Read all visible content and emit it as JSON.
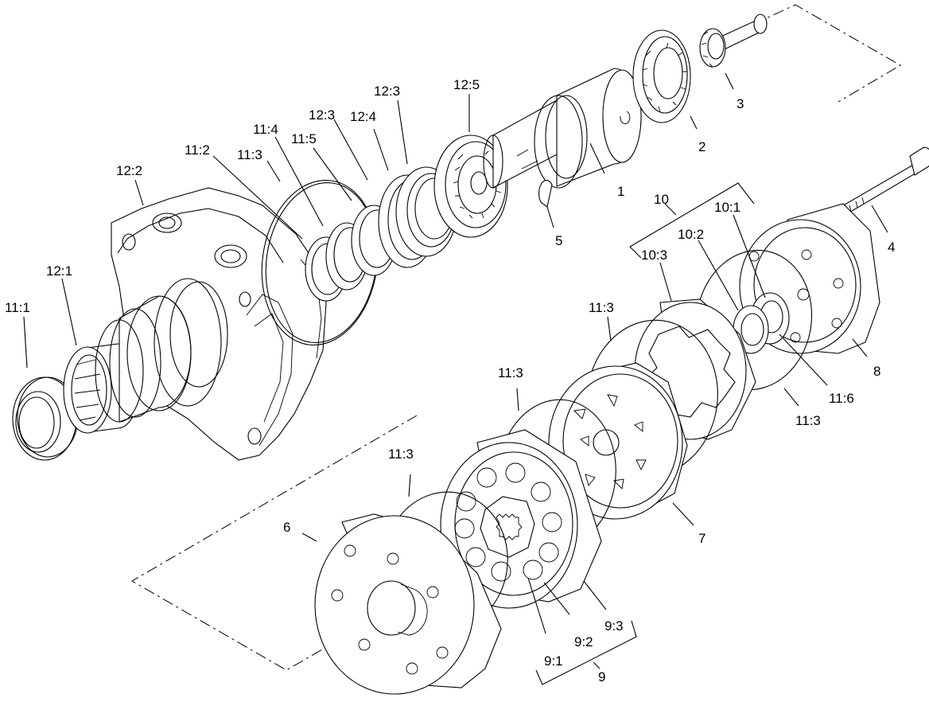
{
  "labels": {
    "l_1": "1",
    "l_2": "2",
    "l_3": "3",
    "l_4": "4",
    "l_5": "5",
    "l_6": "6",
    "l_7": "7",
    "l_8": "8",
    "l_9": "9",
    "l_9_1": "9:1",
    "l_9_2": "9:2",
    "l_9_3": "9:3",
    "l_10": "10",
    "l_10_1": "10:1",
    "l_10_2": "10:2",
    "l_10_3": "10:3",
    "l_11_1": "11:1",
    "l_11_2": "11:2",
    "l_11_3a": "11:3",
    "l_11_3b": "11:3",
    "l_11_3c": "11:3",
    "l_11_3d": "11:3",
    "l_11_3e": "11:3",
    "l_11_4": "11:4",
    "l_11_5": "11:5",
    "l_11_6": "11:6",
    "l_12_1": "12:1",
    "l_12_2": "12:2",
    "l_12_3a": "12:3",
    "l_12_3b": "12:3",
    "l_12_4": "12:4",
    "l_12_5": "12:5"
  }
}
